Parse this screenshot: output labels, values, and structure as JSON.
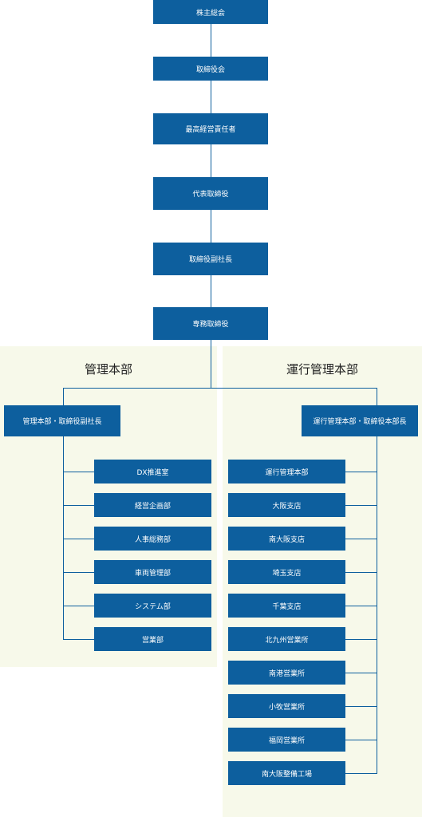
{
  "top_chain": [
    "株主総会",
    "取締役会",
    "最高経営責任者",
    "代表取締役",
    "取締役副社長",
    "専務取締役"
  ],
  "divisions": {
    "admin": {
      "title": "管理本部",
      "head": "管理本部・取締役副社長",
      "units": [
        "DX推進室",
        "経営企画部",
        "人事総務部",
        "車両管理部",
        "システム部",
        "営業部"
      ]
    },
    "operations": {
      "title": "運行管理本部",
      "head": "運行管理本部・取締役本部長",
      "units": [
        "運行管理本部",
        "大阪支店",
        "南大阪支店",
        "埼玉支店",
        "千葉支店",
        "北九州営業所",
        "南港営業所",
        "小牧営業所",
        "福岡営業所",
        "南大阪整備工場"
      ]
    }
  },
  "colors": {
    "box": "#0d5f9e",
    "panel": "#f7f9ea",
    "line": "#0d5f9e"
  }
}
